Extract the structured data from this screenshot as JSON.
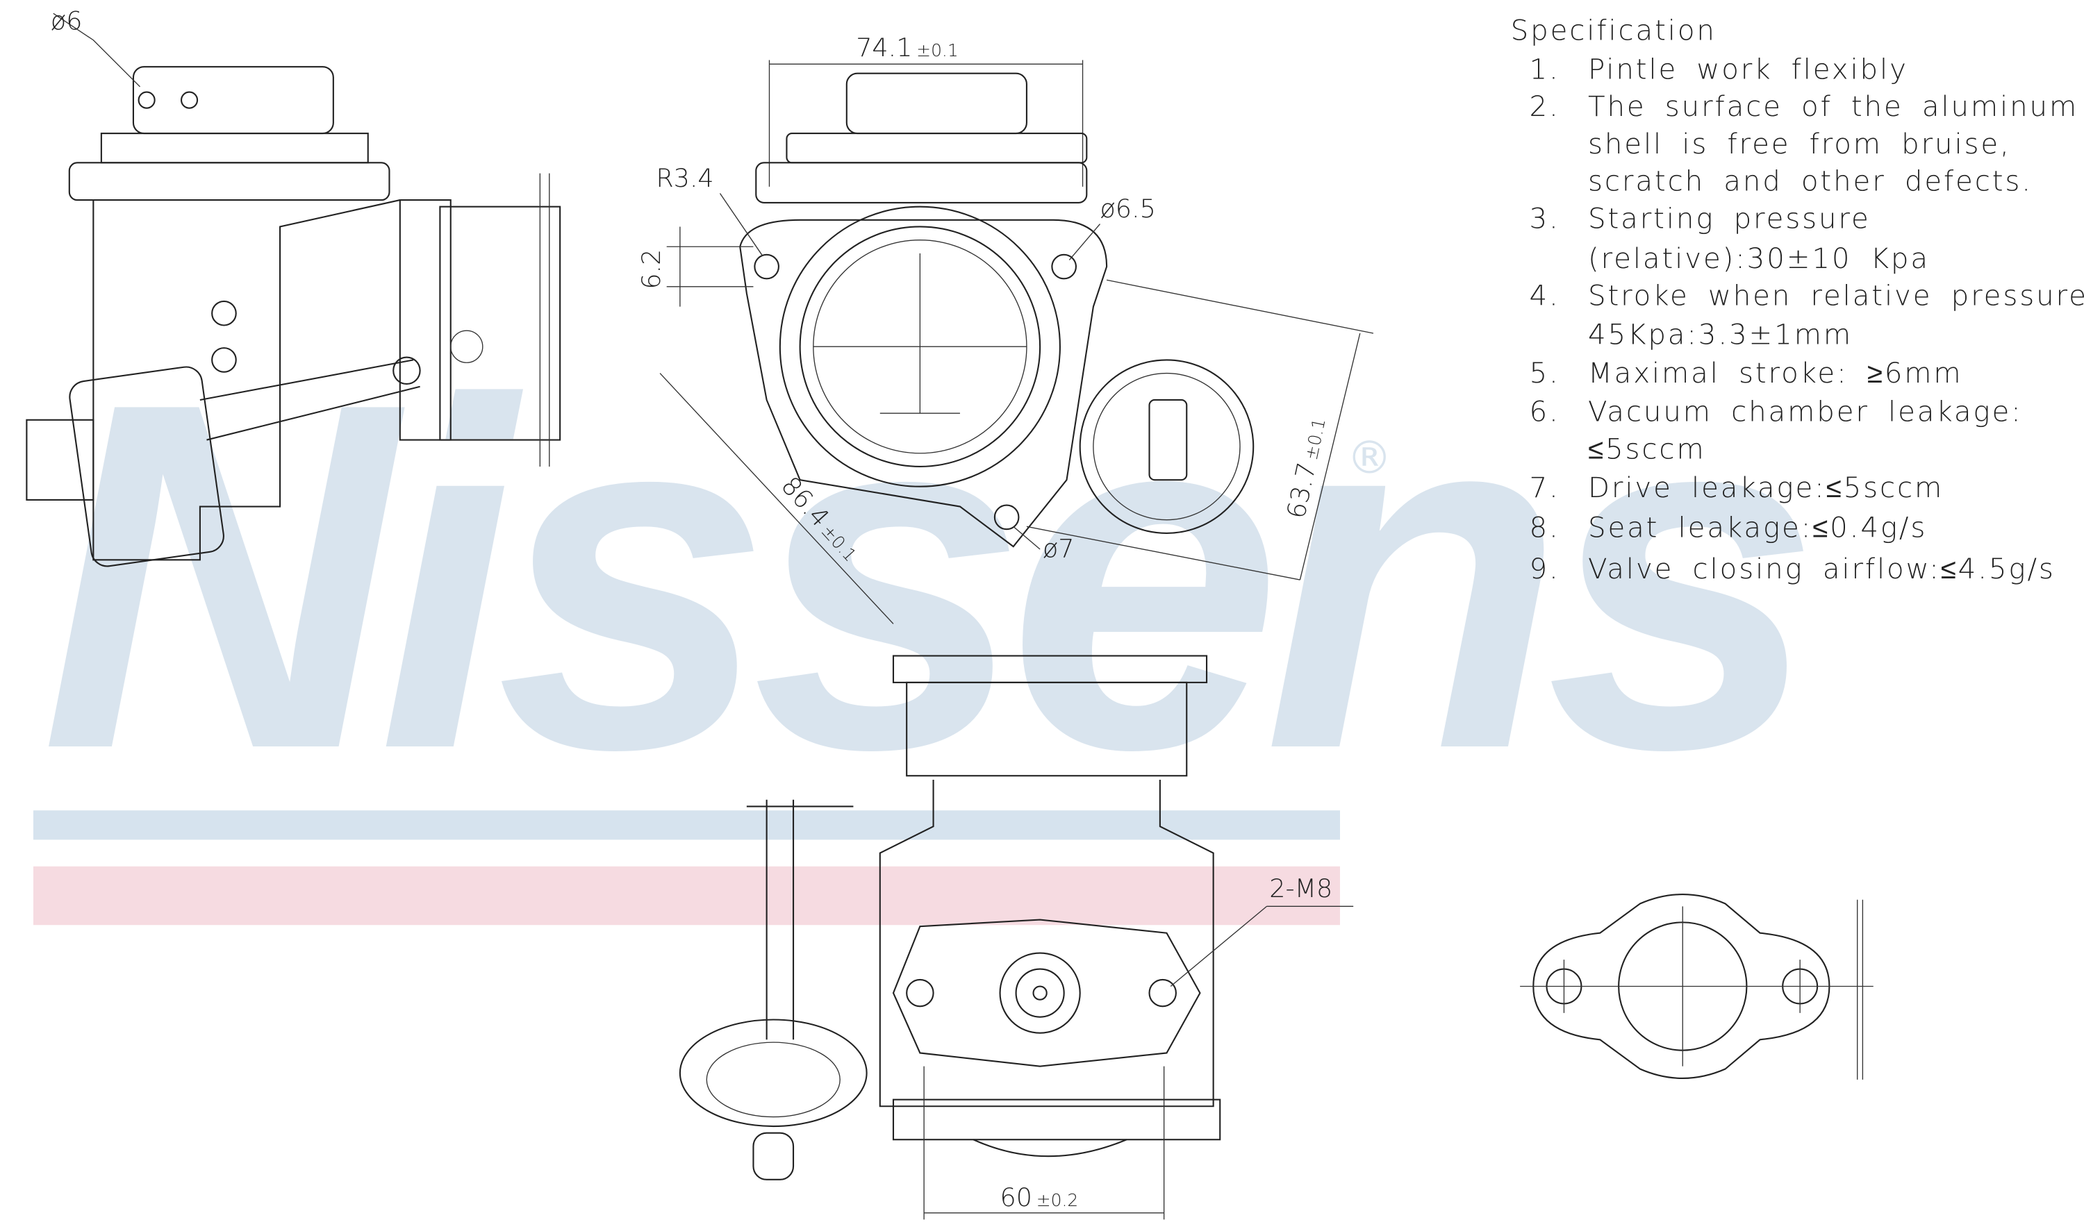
{
  "watermark": {
    "brand": "Nissens",
    "mark": "®",
    "stripe_blue": "#d6e3ee",
    "stripe_pink": "#f6dbe1"
  },
  "dimensions": {
    "left_hole": "ø6",
    "width_top": "74.1",
    "width_top_tol": "±0.1",
    "radius": "R3.4",
    "hole_right": "ø6.5",
    "height_small": "6.2",
    "diag_left": "86.4",
    "diag_left_tol": "±0.1",
    "hole_bottom": "ø7",
    "diag_right": "63.7",
    "diag_right_tol": "±0.1",
    "thread": "2-M8",
    "bottom_width": "60",
    "bottom_width_tol": "±0.2"
  },
  "specification": {
    "title": "Specification",
    "lines": [
      {
        "num": "1.",
        "text": "Pintle work flexibly"
      },
      {
        "num": "2.",
        "text": "The surface of the aluminum"
      },
      {
        "num": "",
        "text": "shell is free from bruise,"
      },
      {
        "num": "",
        "text": "scratch and other defects."
      },
      {
        "num": "3.",
        "text": "Starting pressure"
      },
      {
        "num": "",
        "text": "(relative):30±10 Kpa"
      },
      {
        "num": "4.",
        "text": "Stroke when relative pressure is"
      },
      {
        "num": "",
        "text": "45Kpa:3.3±1mm"
      },
      {
        "num": "5.",
        "text": "Maximal stroke: ≥6mm"
      },
      {
        "num": "6.",
        "text": "Vacuum chamber leakage:"
      },
      {
        "num": "",
        "text": "≤5sccm"
      },
      {
        "num": "7.",
        "text": "Drive leakage:≤5sccm"
      },
      {
        "num": "8.",
        "text": "Seat leakage:≤0.4g/s"
      },
      {
        "num": "9.",
        "text": "Valve closing airflow:≤4.5g/s"
      }
    ]
  }
}
